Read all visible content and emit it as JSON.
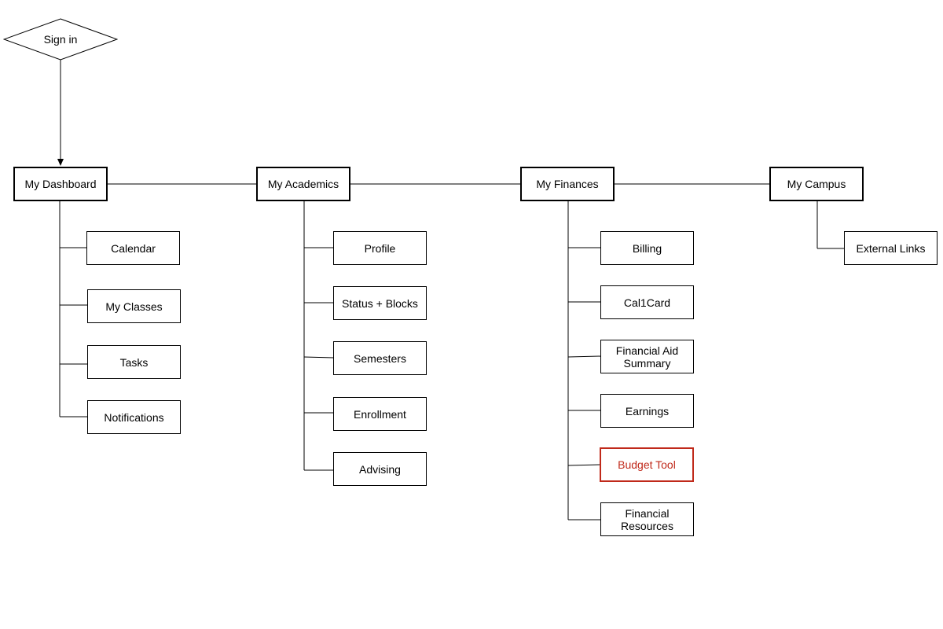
{
  "start": {
    "label": "Sign in"
  },
  "sections": {
    "dashboard": {
      "title": "My Dashboard",
      "items": [
        "Calendar",
        "My Classes",
        "Tasks",
        "Notifications"
      ]
    },
    "academics": {
      "title": "My Academics",
      "items": [
        "Profile",
        "Status + Blocks",
        "Semesters",
        "Enrollment",
        "Advising"
      ]
    },
    "finances": {
      "title": "My Finances",
      "items": [
        "Billing",
        "Cal1Card",
        "Financial Aid Summary",
        "Earnings",
        "Budget Tool",
        "Financial Resources"
      ]
    },
    "campus": {
      "title": "My Campus",
      "items": [
        "External Links"
      ]
    }
  },
  "colors": {
    "line": "#000000",
    "highlight": "#c0291a"
  }
}
